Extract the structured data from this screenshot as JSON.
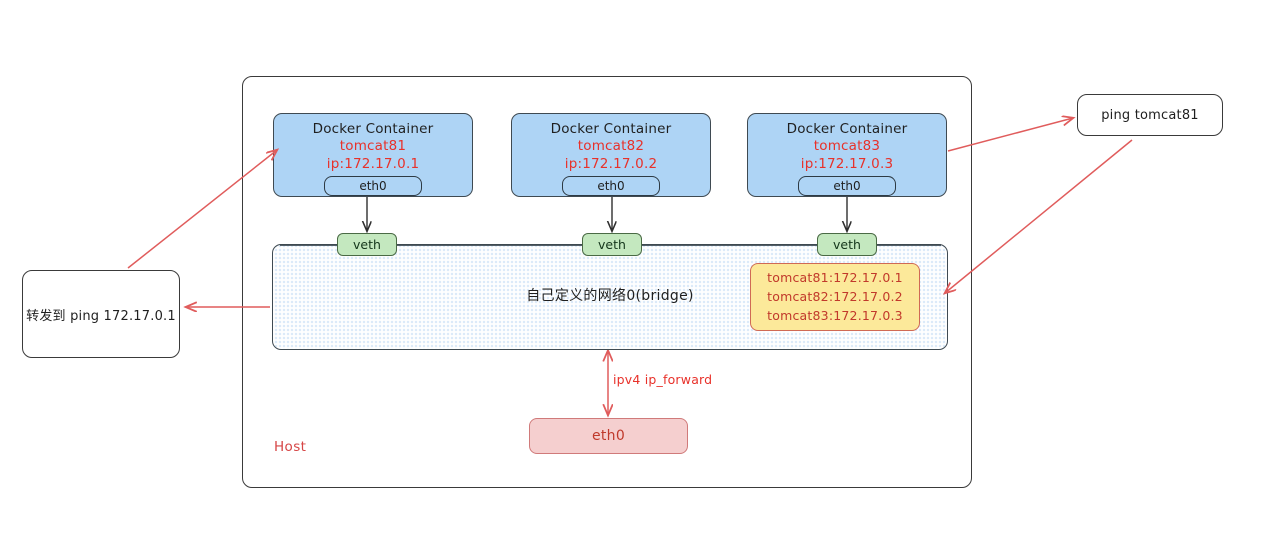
{
  "diagram": {
    "host": {
      "label": "Host"
    },
    "containers": [
      {
        "title": "Docker Container",
        "name": "tomcat81",
        "ip": "ip:172.17.0.1",
        "interface": "eth0"
      },
      {
        "title": "Docker Container",
        "name": "tomcat82",
        "ip": "ip:172.17.0.2",
        "interface": "eth0"
      },
      {
        "title": "Docker Container",
        "name": "tomcat83",
        "ip": "ip:172.17.0.3",
        "interface": "eth0"
      }
    ],
    "veths": [
      {
        "label": "veth"
      },
      {
        "label": "veth"
      },
      {
        "label": "veth"
      }
    ],
    "bridge": {
      "label": "自己定义的网络0(bridge)",
      "ip_table": [
        "tomcat81:172.17.0.1",
        "tomcat82:172.17.0.2",
        "tomcat83:172.17.0.3"
      ]
    },
    "host_nic": {
      "label": "eth0"
    },
    "forward_label": "ipv4 ip_forward",
    "callouts": {
      "left": "转发到 ping 172.17.0.1",
      "right": "ping tomcat81"
    },
    "colors": {
      "container_fill": "#aed4f5",
      "container_stroke": "#3f4a52",
      "accent_red": "#e8312a",
      "veth_fill": "#c4e8bf",
      "veth_stroke": "#4a6a45",
      "bridge_fill": "#dceaf9",
      "ip_table_fill": "#fce99a",
      "ip_table_stroke": "#d06a55",
      "ip_table_text": "#c1392b",
      "host_nic_fill": "#f5cfcf",
      "host_nic_stroke": "#d07a7a",
      "arrow_red": "#e05c5c",
      "line_dark": "#3a3a3a"
    }
  }
}
